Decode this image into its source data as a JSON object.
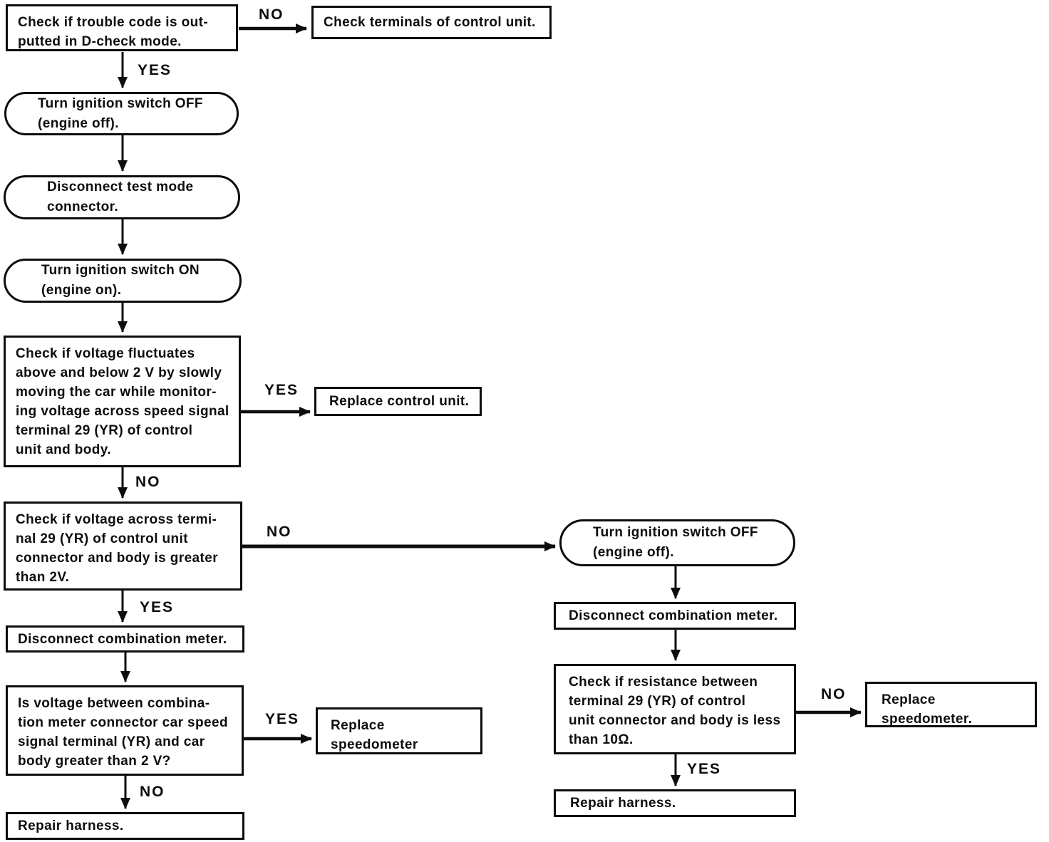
{
  "labels": {
    "yes": "YES",
    "no": "NO"
  },
  "nodes": {
    "trouble_code": {
      "shape": "rect",
      "lines": [
        "Check if trouble code is out-",
        "putted in D-check mode."
      ]
    },
    "check_terminals": {
      "shape": "rect",
      "lines": [
        "Check terminals of control unit."
      ]
    },
    "ignition_off_left": {
      "shape": "stadium",
      "lines": [
        "Turn ignition switch OFF",
        "(engine off)."
      ]
    },
    "disconnect_test": {
      "shape": "stadium",
      "lines": [
        "Disconnect test mode",
        "connector."
      ]
    },
    "ignition_on": {
      "shape": "stadium",
      "lines": [
        "Turn ignition switch ON",
        "(engine on)."
      ]
    },
    "voltage_fluctuates": {
      "shape": "rect",
      "lines": [
        "Check if voltage fluctuates",
        "above and below 2 V by slowly",
        "moving the car while monitor-",
        "ing voltage across speed signal",
        "terminal 29 (YR) of control",
        "unit and body."
      ]
    },
    "replace_control_unit": {
      "shape": "rect",
      "lines": [
        "Replace control unit."
      ]
    },
    "voltage_terminal29": {
      "shape": "rect",
      "lines": [
        "Check if voltage across termi-",
        "nal 29 (YR) of control unit",
        "connector and body is greater",
        "than 2V."
      ]
    },
    "disconnect_comb_left": {
      "shape": "rect",
      "lines": [
        "Disconnect combination meter."
      ]
    },
    "voltage_combination": {
      "shape": "rect",
      "lines": [
        "Is voltage between combina-",
        "tion meter connector car speed",
        "signal terminal (YR) and car",
        "body greater than 2 V?"
      ]
    },
    "replace_speedo_left": {
      "shape": "rect",
      "lines": [
        "Replace",
        "speedometer"
      ]
    },
    "repair_harness_left": {
      "shape": "rect",
      "lines": [
        "Repair harness."
      ]
    },
    "ignition_off_right": {
      "shape": "stadium",
      "lines": [
        "Turn ignition switch OFF",
        "(engine off)."
      ]
    },
    "disconnect_comb_right": {
      "shape": "rect",
      "lines": [
        "Disconnect combination meter."
      ]
    },
    "resistance": {
      "shape": "rect",
      "lines": [
        "Check if resistance between",
        "terminal 29 (YR) of control",
        "unit connector and body is less",
        "than 10Ω."
      ]
    },
    "replace_speedo_right": {
      "shape": "rect",
      "lines": [
        "Replace",
        "speedometer."
      ]
    },
    "repair_harness_right": {
      "shape": "rect",
      "lines": [
        "Repair harness."
      ]
    }
  },
  "edges": [
    {
      "from": "trouble_code",
      "to": "check_terminals",
      "label": "NO"
    },
    {
      "from": "trouble_code",
      "to": "ignition_off_left",
      "label": "YES"
    },
    {
      "from": "ignition_off_left",
      "to": "disconnect_test",
      "label": ""
    },
    {
      "from": "disconnect_test",
      "to": "ignition_on",
      "label": ""
    },
    {
      "from": "ignition_on",
      "to": "voltage_fluctuates",
      "label": ""
    },
    {
      "from": "voltage_fluctuates",
      "to": "replace_control_unit",
      "label": "YES"
    },
    {
      "from": "voltage_fluctuates",
      "to": "voltage_terminal29",
      "label": "NO"
    },
    {
      "from": "voltage_terminal29",
      "to": "ignition_off_right",
      "label": "NO"
    },
    {
      "from": "voltage_terminal29",
      "to": "disconnect_comb_left",
      "label": "YES"
    },
    {
      "from": "disconnect_comb_left",
      "to": "voltage_combination",
      "label": ""
    },
    {
      "from": "voltage_combination",
      "to": "replace_speedo_left",
      "label": "YES"
    },
    {
      "from": "voltage_combination",
      "to": "repair_harness_left",
      "label": "NO"
    },
    {
      "from": "ignition_off_right",
      "to": "disconnect_comb_right",
      "label": ""
    },
    {
      "from": "disconnect_comb_right",
      "to": "resistance",
      "label": ""
    },
    {
      "from": "resistance",
      "to": "replace_speedo_right",
      "label": "NO"
    },
    {
      "from": "resistance",
      "to": "repair_harness_right",
      "label": "YES"
    }
  ]
}
